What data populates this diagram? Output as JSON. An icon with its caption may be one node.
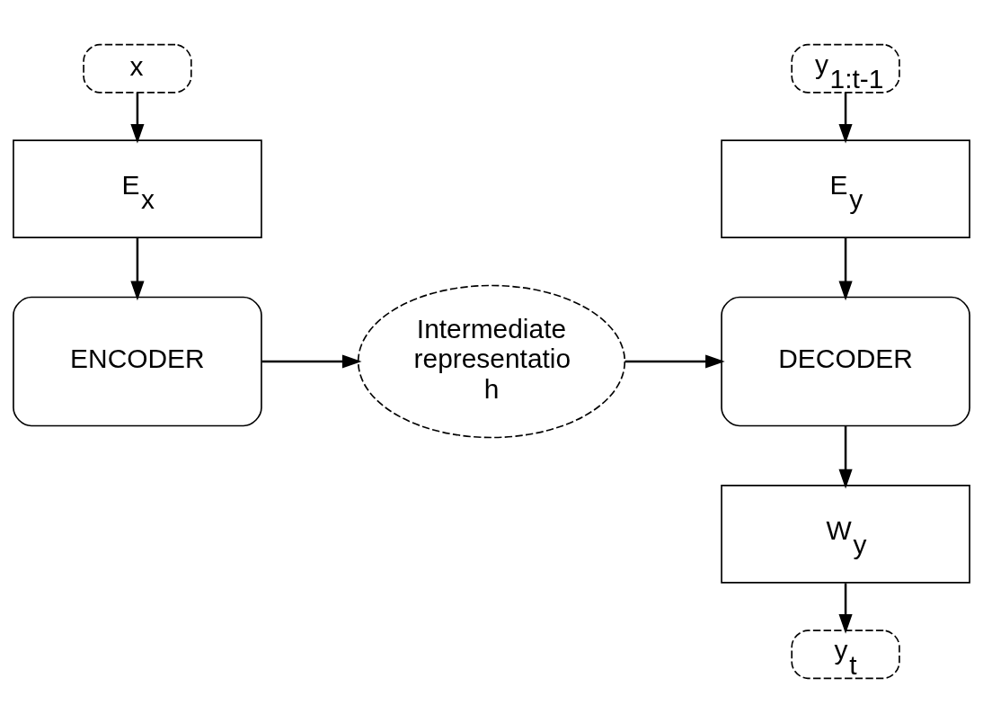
{
  "diagram": {
    "nodes": [
      {
        "text": [
          "x"
        ]
      },
      {
        "text": [
          "E$_{x}$"
        ]
      },
      {
        "text": [
          "ENCODER"
        ]
      },
      {
        "text": [
          "Intermediate representatio h"
        ]
      },
      {
        "text": [
          "y$_{1:t-1}$"
        ]
      },
      {
        "text": [
          "E$_{y}$"
        ]
      },
      {
        "text": [
          "DECODER"
        ]
      },
      {
        "text": [
          "W$_{y}$"
        ]
      },
      {
        "text": [
          "y$_{t}$"
        ]
      }
    ],
    "edges": [
      {
        "from": 0,
        "to": 1,
        "arrow": "to"
      },
      {
        "from": 1,
        "to": 2,
        "arrow": "to"
      },
      {
        "from": 2,
        "to": 3,
        "arrow": "to"
      },
      {
        "from": 3,
        "to": 6,
        "arrow": "to"
      },
      {
        "from": 4,
        "to": 5,
        "arrow": "to"
      },
      {
        "from": 5,
        "to": 6,
        "arrow": "to"
      },
      {
        "from": 6,
        "to": 7,
        "arrow": "to"
      },
      {
        "from": 7,
        "to": 8,
        "arrow": "to"
      }
    ]
  }
}
